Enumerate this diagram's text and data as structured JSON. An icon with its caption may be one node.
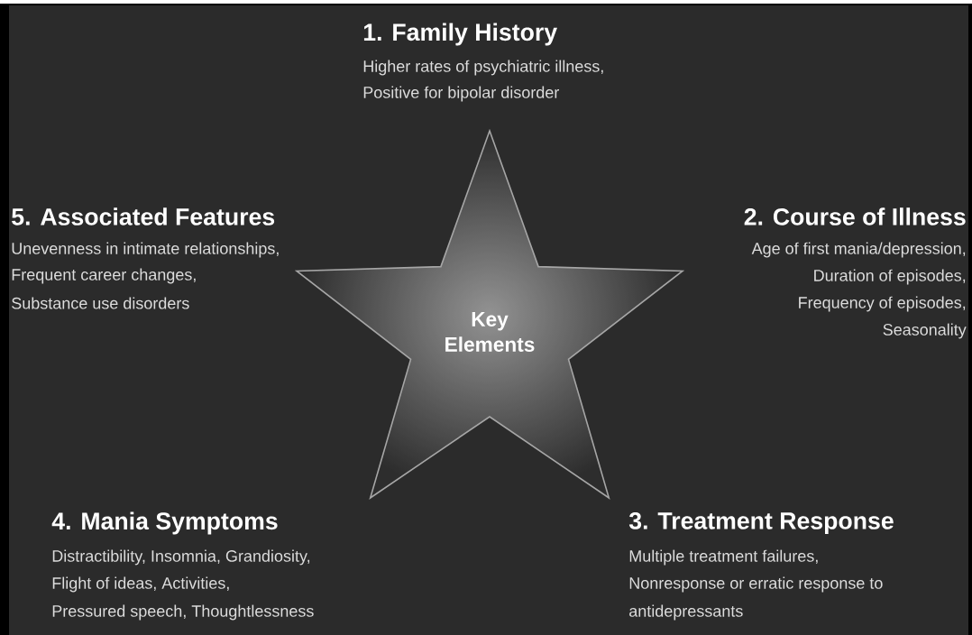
{
  "diagram": {
    "nodes": [
      {
        "text": [
          "Key Elements"
        ]
      }
    ],
    "labels": [
      "1. Family History",
      "Higher rates of psychiatric illness,",
      "Positive for bipolar disorder",
      "5. Associated Features",
      "Unevenness in intimate relationships,",
      "Frequent career changes,",
      "Substance use disorders",
      "2. Course of Illness",
      "Age of first mania/depression,",
      "Duration of episodes,",
      "Frequency of episodes,",
      "Seasonality",
      "4. Mania Symptoms",
      "Distractibility, Insomnia, Grandiosity,",
      "Flight of ideas, Activities,",
      "Pressured speech, Thoughtlessness",
      "3. Treatment Response",
      "Multiple treatment failures,",
      "Nonresponse or erratic response to",
      "antidepressants"
    ]
  }
}
